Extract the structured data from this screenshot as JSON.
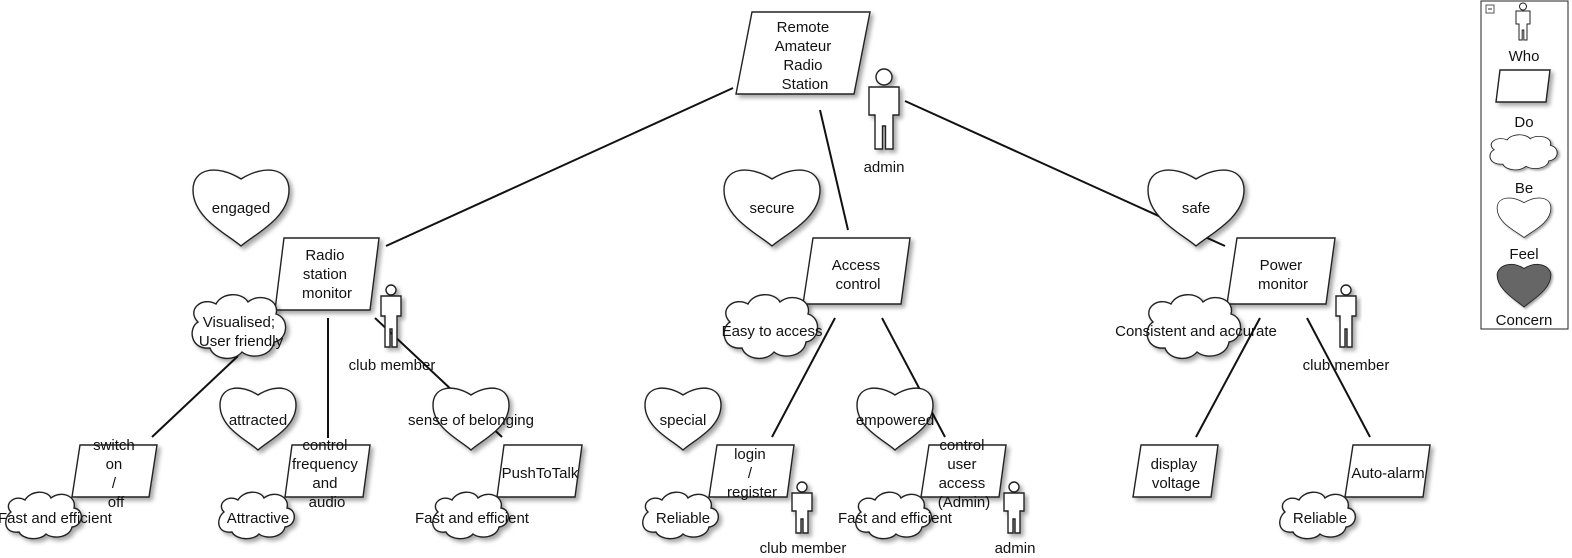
{
  "legend": {
    "collapse_symbol": "−",
    "items": [
      {
        "label": "Who",
        "shape": "person-icon"
      },
      {
        "label": "Do",
        "shape": "parallelogram"
      },
      {
        "label": "Be",
        "shape": "cloud"
      },
      {
        "label": "Feel",
        "shape": "heart"
      },
      {
        "label": "Concern",
        "shape": "filled-heart"
      }
    ],
    "concern_color": "#666666"
  },
  "nodes": {
    "root": {
      "lines": [
        "Remote",
        "Amateur",
        "Radio",
        "Station"
      ]
    },
    "admin_top": {
      "label": "admin"
    },
    "radio_monitor": {
      "lines": [
        "Radio",
        "station",
        "monitor"
      ]
    },
    "club_member_1": {
      "label": "club member"
    },
    "engaged": {
      "label": "engaged"
    },
    "visualised": {
      "lines": [
        "Visualised;",
        "User friendly"
      ]
    },
    "switch": {
      "lines": [
        "switch",
        "on",
        "/",
        "off"
      ]
    },
    "fast_1": {
      "label": "Fast and efficient"
    },
    "attracted": {
      "label": "attracted"
    },
    "control_freq": {
      "lines": [
        "control",
        "frequency",
        "and",
        "audio"
      ]
    },
    "attractive": {
      "label": "Attractive"
    },
    "belonging": {
      "label": "sense of belonging"
    },
    "ptt": {
      "label": "PushToTalk"
    },
    "fast_2": {
      "label": "Fast and efficient"
    },
    "access": {
      "lines": [
        "Access",
        "control"
      ]
    },
    "secure": {
      "label": "secure"
    },
    "easy": {
      "label": "Easy to access"
    },
    "special": {
      "label": "special"
    },
    "login": {
      "lines": [
        "login",
        "/",
        "register"
      ]
    },
    "reliable_1": {
      "label": "Reliable"
    },
    "club_member_2": {
      "label": "club member"
    },
    "empowered": {
      "label": "empowered"
    },
    "control_user": {
      "lines": [
        "control",
        "user",
        "access",
        "(Admin)"
      ]
    },
    "fast_3": {
      "label": "Fast and efficient"
    },
    "admin_2": {
      "label": "admin"
    },
    "power": {
      "lines": [
        "Power",
        "monitor"
      ]
    },
    "safe": {
      "label": "safe"
    },
    "consistent": {
      "label": "Consistent and accurate"
    },
    "club_member_3": {
      "label": "club member"
    },
    "display": {
      "lines": [
        "display",
        "voltage"
      ]
    },
    "autoalarm": {
      "label": "Auto-alarm"
    },
    "reliable_2": {
      "label": "Reliable"
    }
  }
}
